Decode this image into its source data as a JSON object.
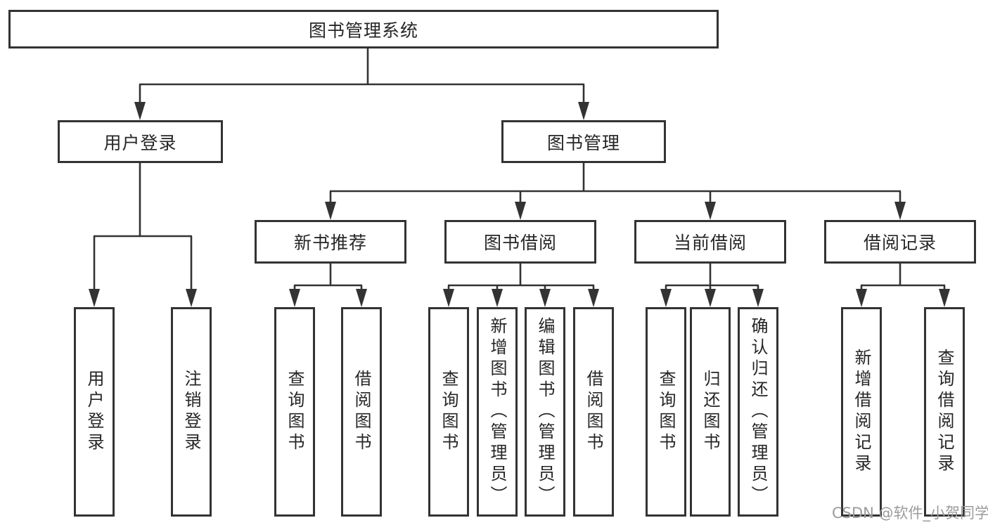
{
  "diagram": {
    "root": "图书管理系统",
    "level2": [
      "用户登录",
      "图书管理"
    ],
    "level3": [
      "新书推荐",
      "图书借阅",
      "当前借阅",
      "借阅记录"
    ],
    "leaves": {
      "user_login": [
        "用户登录",
        "注销登录"
      ],
      "new_book_recommend": [
        "查询图书",
        "借阅图书"
      ],
      "book_borrow": [
        "查询图书",
        "新增图书（管理员）",
        "编辑图书（管理员）",
        "借阅图书"
      ],
      "current_borrow": [
        "查询图书",
        "归还图书",
        "确认归还（管理员）"
      ],
      "borrow_records": [
        "新增借阅记录",
        "查询借阅记录"
      ]
    }
  },
  "watermark": {
    "text": "CSDN @软件_小贺同学"
  },
  "colors": {
    "line": "#333333",
    "box_border": "#333333",
    "text": "#262626",
    "background": "#ffffff",
    "watermark": "#9b9b9b"
  }
}
